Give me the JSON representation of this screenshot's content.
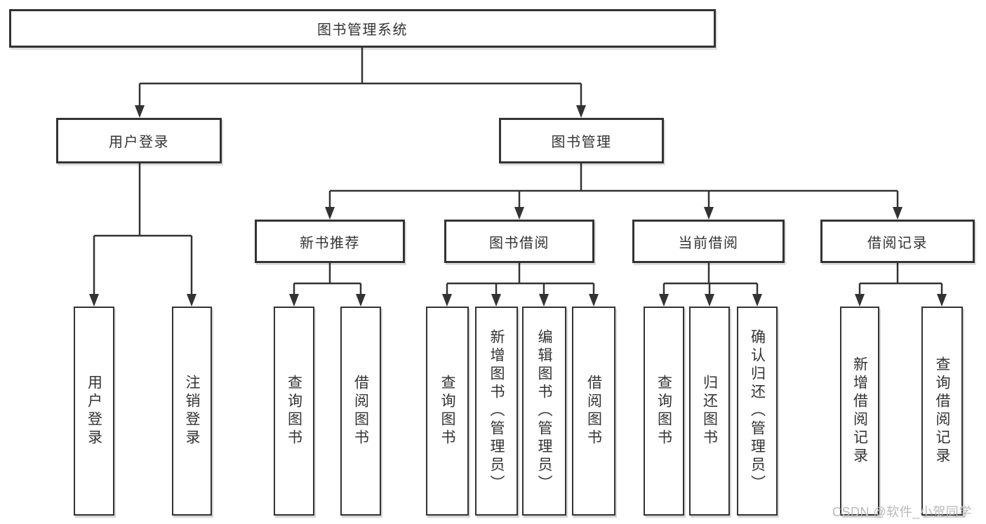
{
  "diagram_title": "图书管理系统",
  "tree": {
    "root": {
      "label": "图书管理系统"
    },
    "level2": [
      {
        "label": "用户登录"
      },
      {
        "label": "图书管理"
      }
    ],
    "level3": [
      {
        "label": "新书推荐"
      },
      {
        "label": "图书借阅"
      },
      {
        "label": "当前借阅"
      },
      {
        "label": "借阅记录"
      }
    ],
    "leaves": {
      "user_login": [
        {
          "label": "用户登录"
        },
        {
          "label": "注销登录"
        }
      ],
      "new_book_recommend": [
        {
          "label": "查询图书"
        },
        {
          "label": "借阅图书"
        }
      ],
      "book_borrow": [
        {
          "label": "查询图书"
        },
        {
          "label": "新增图书（管理员）"
        },
        {
          "label": "编辑图书（管理员）"
        },
        {
          "label": "借阅图书"
        }
      ],
      "current_borrow": [
        {
          "label": "查询图书"
        },
        {
          "label": "归还图书"
        },
        {
          "label": "确认归还（管理员）"
        }
      ],
      "borrow_record": [
        {
          "label": "新增借阅记录"
        },
        {
          "label": "查询借阅记录"
        }
      ]
    }
  },
  "watermark": {
    "text": "CSDN @软件_小贺同学",
    "color": "#b9b9b9"
  },
  "colors": {
    "line": "#333333",
    "text": "#333333",
    "box_fill": "#ffffff",
    "background": "#ffffff"
  }
}
